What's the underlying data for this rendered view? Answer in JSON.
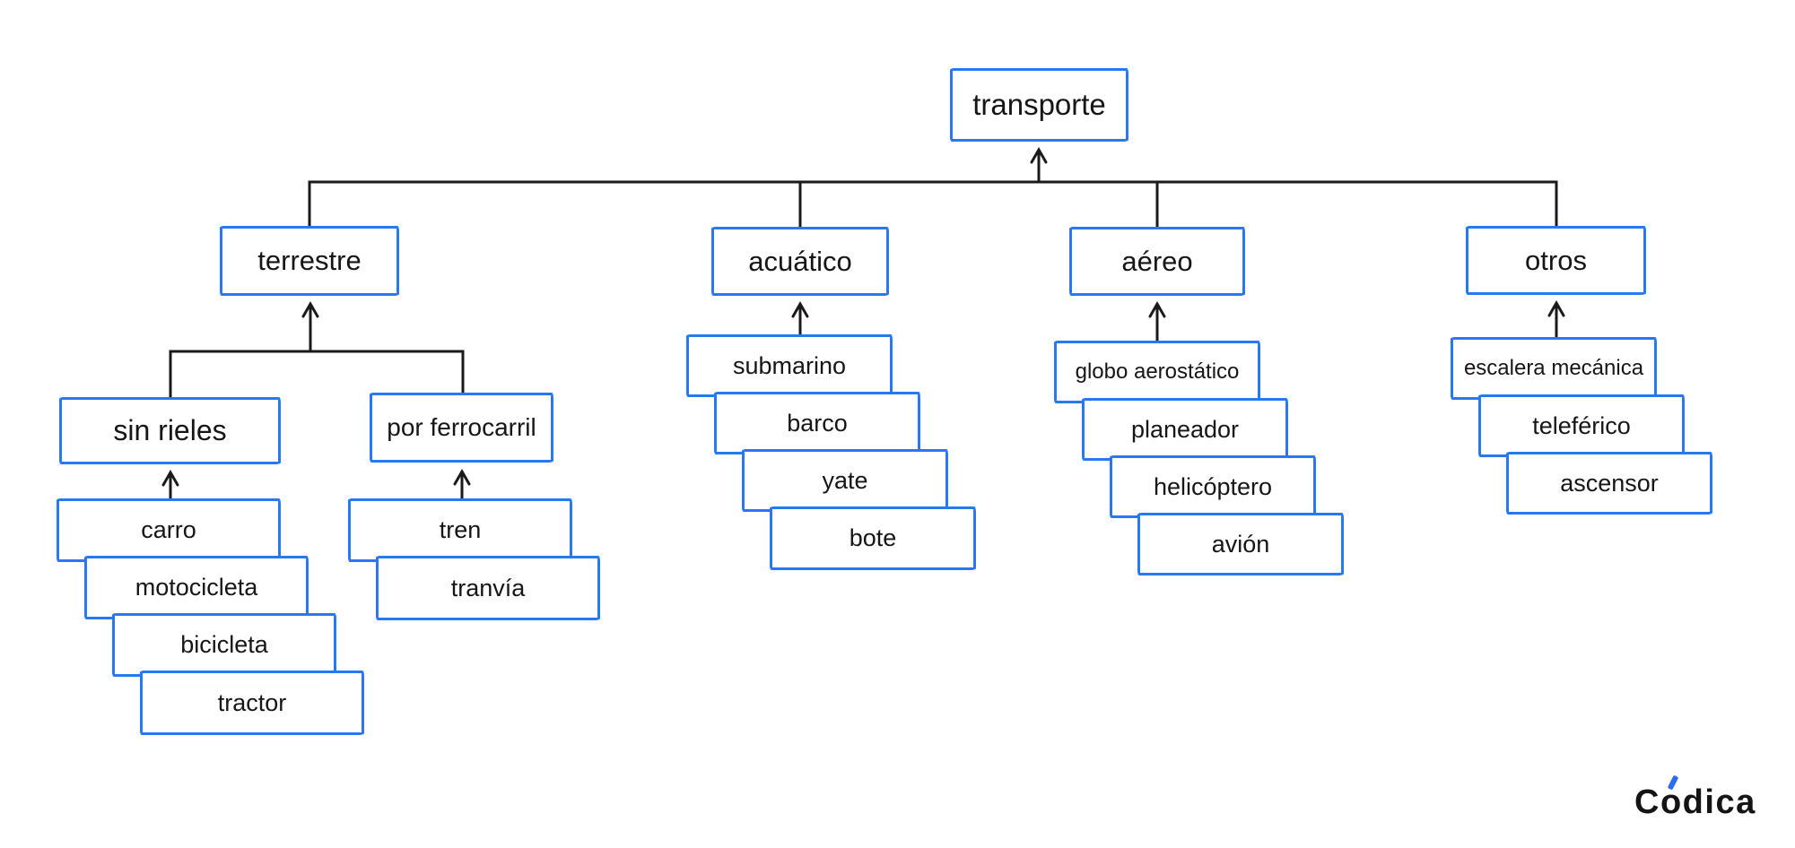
{
  "diagram": {
    "title": "transporte concept map",
    "root": {
      "label": "transporte"
    },
    "level2": [
      {
        "label": "terrestre"
      },
      {
        "label": "acuático"
      },
      {
        "label": "aéreo"
      },
      {
        "label": "otros"
      }
    ],
    "terrestre_children": [
      {
        "label": "sin rieles"
      },
      {
        "label": "por ferrocarril"
      }
    ],
    "stacks": {
      "sin_rieles": [
        "carro",
        "motocicleta",
        "bicicleta",
        "tractor"
      ],
      "por_ferrocarril": [
        "tren",
        "tranvía"
      ],
      "acuatico": [
        "submarino",
        "barco",
        "yate",
        "bote"
      ],
      "aereo": [
        "globo aerostático",
        "planeador",
        "helicóptero",
        "avión"
      ],
      "otros": [
        "escalera mecánica",
        "teleférico",
        "ascensor"
      ]
    }
  },
  "logo": {
    "text": "Códica",
    "part_c": "C",
    "part_o": "o",
    "part_rest": "dica"
  },
  "colors": {
    "box_border": "#2878f2",
    "line": "#1a1a1a",
    "text": "#161616",
    "background": "#ffffff",
    "logo_accent": "#2b6cf0"
  }
}
